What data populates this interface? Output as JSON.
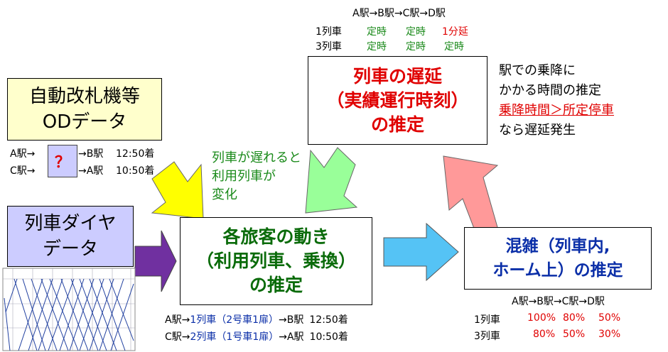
{
  "top_table": {
    "header": "A駅→B駅→C駅→D駅",
    "rows": [
      {
        "train": "1列車",
        "s1": "定時",
        "s2": "定時",
        "s3": "1分延"
      },
      {
        "train": "3列車",
        "s1": "定時",
        "s2": "定時",
        "s3": "定時"
      }
    ]
  },
  "delay_box": {
    "line1": "列車の遅延",
    "line2": "（実績運行時刻）",
    "line3": "の推定"
  },
  "delay_note": {
    "line1": "駅での乗降に",
    "line2": "かかる時間の推定",
    "line3": "乗降時間＞所定停車",
    "line4": "なら遅延発生"
  },
  "od_box": {
    "line1": "自動改札機等",
    "line2": "ODデータ"
  },
  "od_rows": {
    "r1_from": "A駅→",
    "r1_to": "→B駅",
    "r1_time": "12:50着",
    "r2_from": "C駅→",
    "r2_to": "→A駅",
    "r2_time": "10:50着",
    "unknown": "？"
  },
  "delay_effect": {
    "line1": "列車が遅れると",
    "line2": "利用列車が",
    "line3": "変化"
  },
  "diagram_box": {
    "line1": "列車ダイヤ",
    "line2": "データ"
  },
  "passenger_box": {
    "line1": "各旅客の動き",
    "line2": "（利用列車、乗換）",
    "line3": "の推定"
  },
  "passenger_rows": {
    "r1_a": "A駅→",
    "r1_b": "1列車（2号車1扉）",
    "r1_c": "→B駅",
    "r1_time": "12:50着",
    "r2_a": "C駅→",
    "r2_b": "2列車（1号車1扉）",
    "r2_c": "→A駅",
    "r2_time": "10:50着"
  },
  "congestion_box": {
    "line1": "混雑（列車内,",
    "line2": "ホーム上）の推定"
  },
  "congestion_table": {
    "header": "A駅→B駅→C駅→D駅",
    "rows": [
      {
        "train": "1列車",
        "v1": "100%",
        "v2": "80%",
        "v3": "50%"
      },
      {
        "train": "3列車",
        "v1": "80%",
        "v2": "50%",
        "v3": "30%"
      }
    ]
  },
  "colors": {
    "red": "#e00000",
    "green": "#1a8a1a",
    "blue_text": "#0b2fa8",
    "yellow_box": "#ffffcc",
    "lavender_box": "#ccccff",
    "arrow_yellow": "#ffff00",
    "arrow_green": "#99ff99",
    "arrow_pink": "#ff9999",
    "arrow_purple": "#7030a0",
    "arrow_blue": "#55c3f5",
    "timetable_line": "#1f3f9f"
  }
}
